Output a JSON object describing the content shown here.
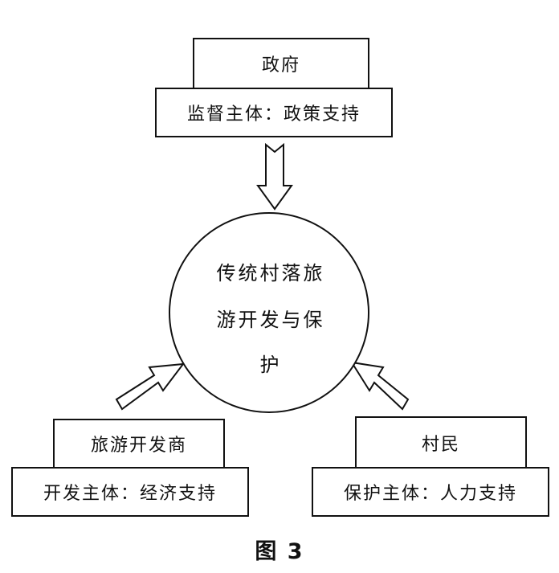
{
  "government": {
    "name": "政府",
    "role": "监督主体：政策支持"
  },
  "center": {
    "lines": [
      "传统村落旅",
      "游开发与保",
      "护"
    ]
  },
  "developer": {
    "name": "旅游开发商",
    "role": "开发主体：经济支持"
  },
  "villagers": {
    "name": "村民",
    "role": "保护主体：人力支持"
  },
  "caption": "图 3"
}
